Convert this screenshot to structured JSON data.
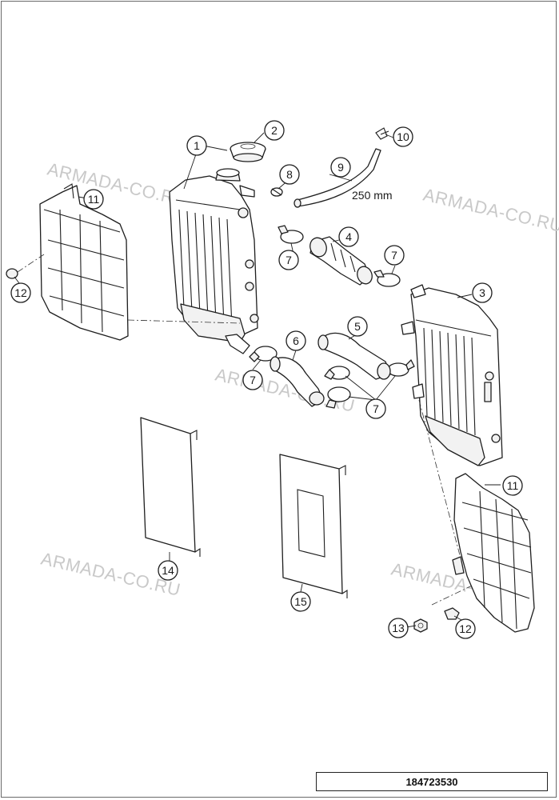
{
  "diagram": {
    "watermark_text": "ARMADA-CO.RU",
    "dimension_label": "250 mm",
    "reference_number": "184723530",
    "callouts": [
      {
        "id": "c1",
        "label": "1"
      },
      {
        "id": "c2",
        "label": "2"
      },
      {
        "id": "c3",
        "label": "3"
      },
      {
        "id": "c4",
        "label": "4"
      },
      {
        "id": "c5",
        "label": "5"
      },
      {
        "id": "c6",
        "label": "6"
      },
      {
        "id": "c7a",
        "label": "7"
      },
      {
        "id": "c7b",
        "label": "7"
      },
      {
        "id": "c7c",
        "label": "7"
      },
      {
        "id": "c7d",
        "label": "7"
      },
      {
        "id": "c8",
        "label": "8"
      },
      {
        "id": "c9",
        "label": "9"
      },
      {
        "id": "c10",
        "label": "10"
      },
      {
        "id": "c11a",
        "label": "11"
      },
      {
        "id": "c11b",
        "label": "11"
      },
      {
        "id": "c12a",
        "label": "12"
      },
      {
        "id": "c12b",
        "label": "12"
      },
      {
        "id": "c13",
        "label": "13"
      },
      {
        "id": "c14",
        "label": "14"
      },
      {
        "id": "c15",
        "label": "15"
      }
    ]
  }
}
